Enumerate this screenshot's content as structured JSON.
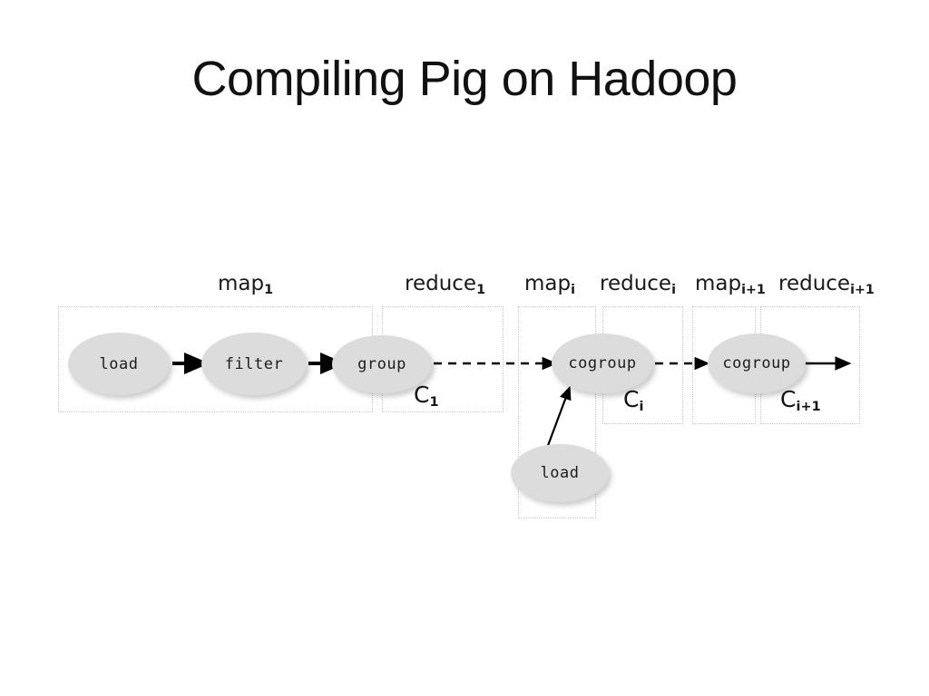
{
  "slide": {
    "title": "Compiling Pig on Hadoop",
    "background_color": "#ffffff",
    "title_color": "#111111"
  },
  "diagram": {
    "node_fill": "#dcdcdc",
    "box_border_color": "#c8c8c8",
    "arrow_color": "#000000",
    "phases": [
      {
        "id": "map1",
        "base": "map",
        "sub": "1"
      },
      {
        "id": "reduce1",
        "base": "reduce",
        "sub": "1"
      },
      {
        "id": "mapi",
        "base": "map",
        "sub": "i"
      },
      {
        "id": "reducei",
        "base": "reduce",
        "sub": "i"
      },
      {
        "id": "mapi1",
        "base": "map",
        "sub": "i+1"
      },
      {
        "id": "reducei1",
        "base": "reduce",
        "sub": "i+1"
      }
    ],
    "nodes": [
      {
        "id": "load1",
        "label": "load"
      },
      {
        "id": "filter",
        "label": "filter"
      },
      {
        "id": "group",
        "label": "group"
      },
      {
        "id": "cogroup1",
        "label": "cogroup"
      },
      {
        "id": "cogroup2",
        "label": "cogroup"
      },
      {
        "id": "load2",
        "label": "load"
      }
    ],
    "compilation_units": [
      {
        "id": "c1",
        "base": "C",
        "sub": "1"
      },
      {
        "id": "ci",
        "base": "C",
        "sub": "i"
      },
      {
        "id": "ci1",
        "base": "C",
        "sub": "i+1"
      }
    ],
    "edges": [
      {
        "id": "load1-filter",
        "style": "solid"
      },
      {
        "id": "filter-group",
        "style": "solid"
      },
      {
        "id": "group-cogroup1",
        "style": "dashed"
      },
      {
        "id": "cogroup1-cogroup2",
        "style": "dashed"
      },
      {
        "id": "cogroup2-out",
        "style": "solid"
      },
      {
        "id": "load2-cogroup1",
        "style": "solid"
      }
    ]
  }
}
